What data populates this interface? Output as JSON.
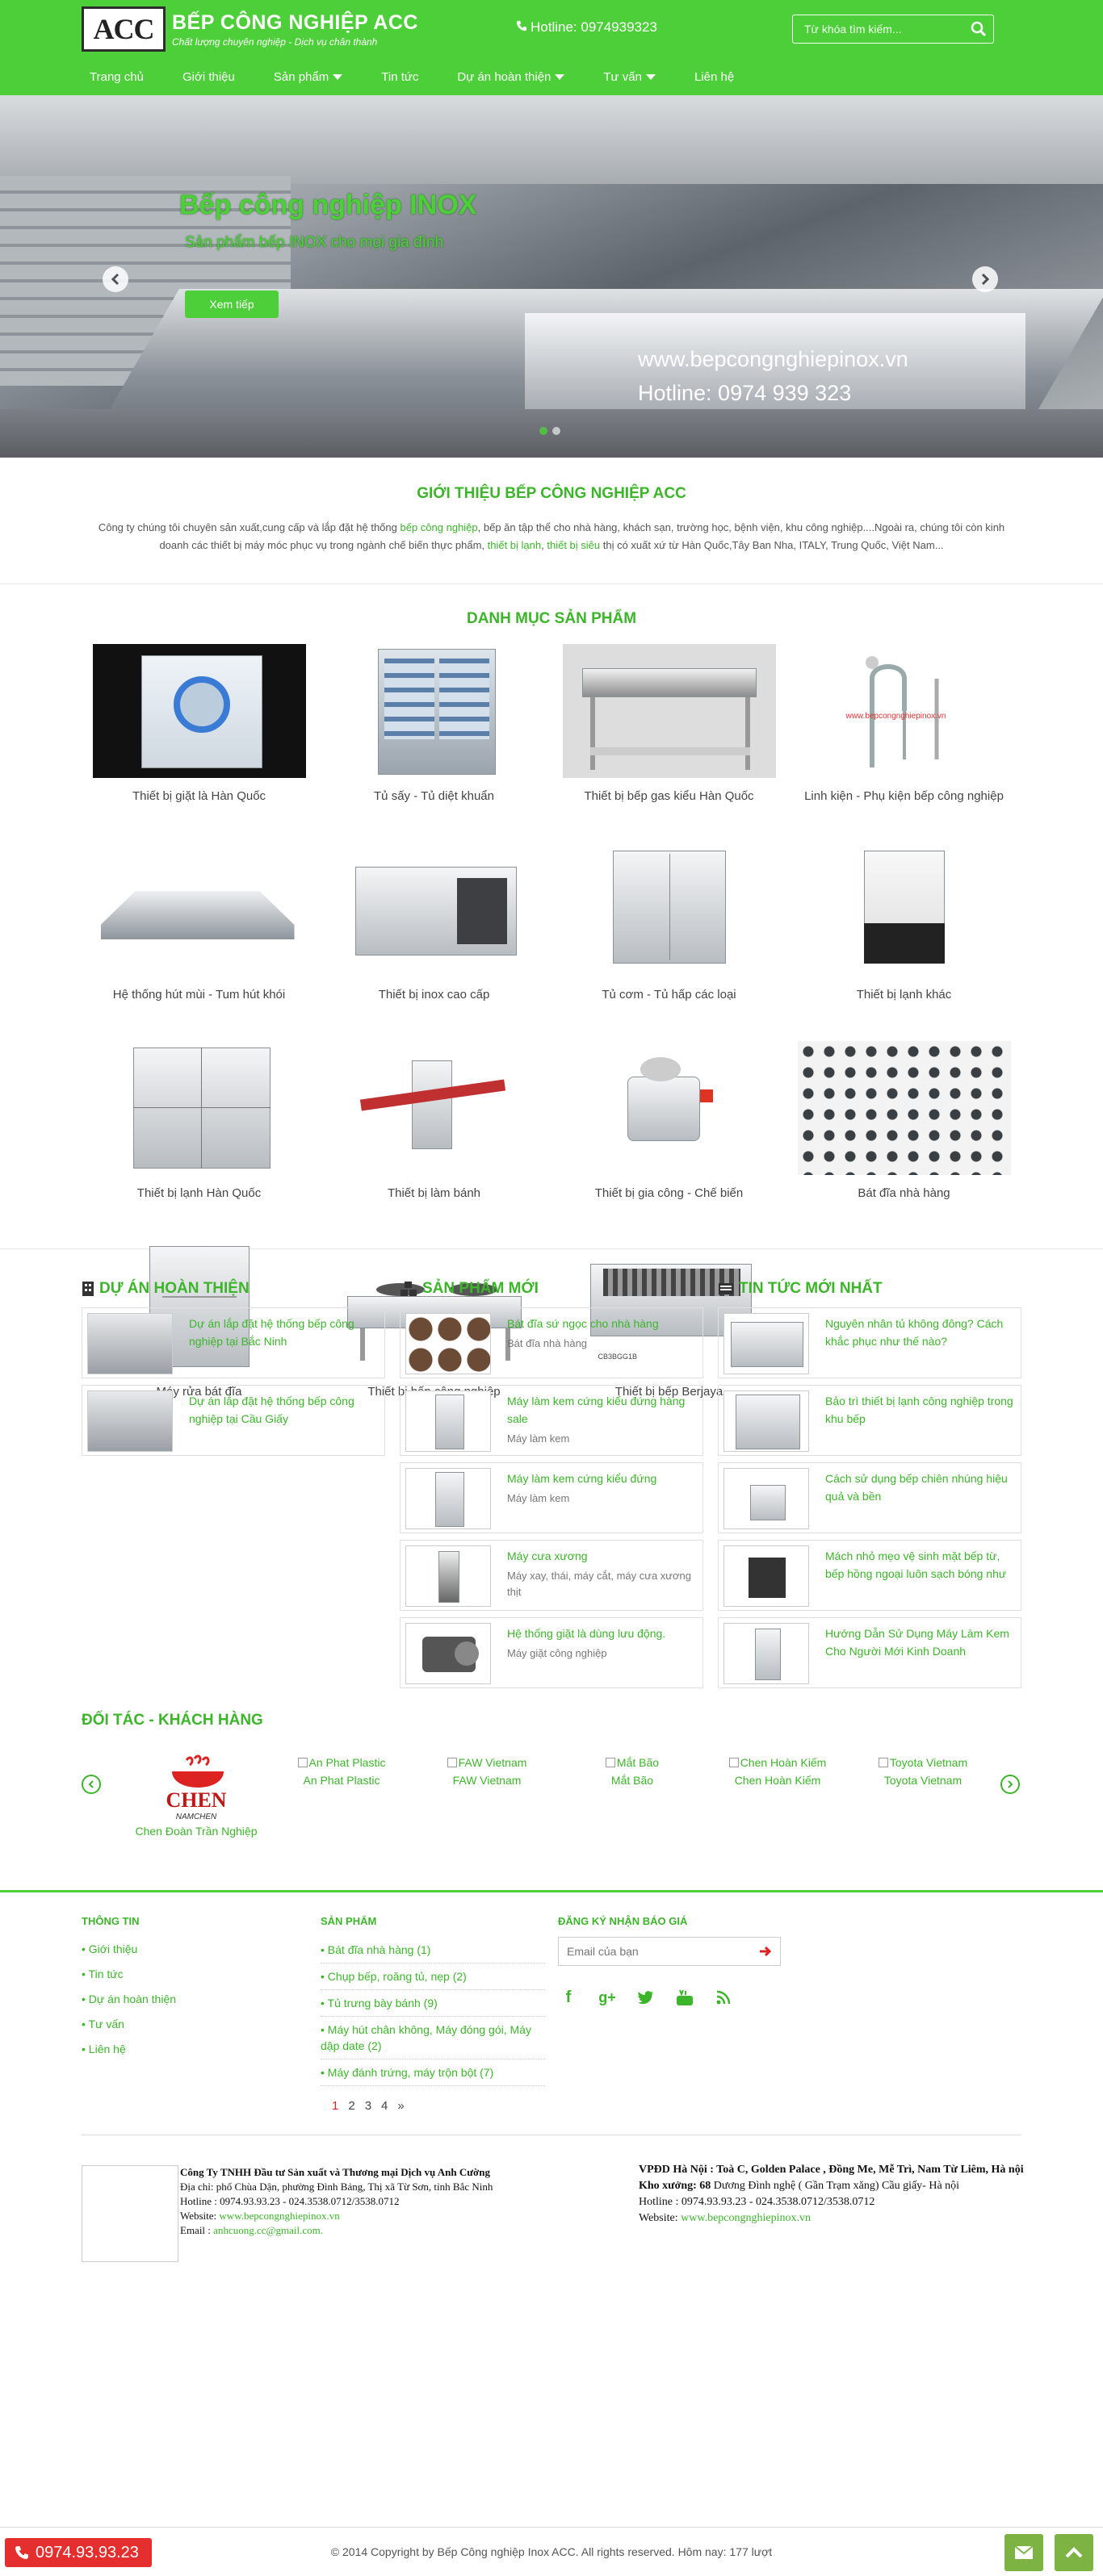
{
  "header": {
    "logo_text": "ACC",
    "brand_name": "BẾP CÔNG NGHIỆP ACC",
    "brand_tagline": "Chất lượng chuyên nghiệp - Dịch vụ chân thành",
    "hotline": "Hotline: 0974939323",
    "search_placeholder": "Từ khóa tìm kiếm...",
    "nav": [
      {
        "label": "Trang chủ"
      },
      {
        "label": "Giới thiệu"
      },
      {
        "label": "Sản phẩm"
      },
      {
        "label": "Tin tức"
      },
      {
        "label": "Dự án hoàn thiện"
      },
      {
        "label": "Tư vấn"
      },
      {
        "label": "Liên hệ"
      }
    ]
  },
  "slider": {
    "title": "Bếp công nghiệp INOX",
    "subtitle": "Sản phẩm bếp INOX cho mọi gia đình",
    "button": "Xem tiếp",
    "watermark_url": "www.bepcongnghiepinox.vn",
    "watermark_hotline": "Hotline: 0974 939 323"
  },
  "intro": {
    "title": "GIỚI THIỆU BẾP CÔNG NGHIỆP ACC",
    "p1": "Công ty chúng tôi chuyên sản xuất,cung cấp và lắp đặt hệ thống ",
    "link1": "bếp công nghiệp",
    "p2": ", bếp ăn tập thể cho nhà hàng, khách sạn, trường học, bệnh viện, khu công nghiệp....Ngoài ra, chúng tôi còn kinh doanh các thiết bị máy móc phục vụ trong ngành chế biến thực phẩm, ",
    "link2": "thiết bị lạnh",
    "p3": ", ",
    "link3": "thiết bị siêu",
    "p4": " thị có xuất xứ từ Hàn Quốc,Tây Ban Nha, ITALY, Trung Quốc, Việt Nam..."
  },
  "categories": {
    "title": "DANH MỤC SẢN PHẨM",
    "items": [
      {
        "label": "Thiết bị giặt là Hàn Quốc"
      },
      {
        "label": "Tủ sấy - Tủ diệt khuẩn"
      },
      {
        "label": "Thiết bị bếp gas kiểu Hàn Quốc"
      },
      {
        "label": "Linh kiện - Phụ kiện bếp công nghiệp",
        "watermark": "www.bepcongnghiepinox.vn"
      },
      {
        "label": "Hệ thống hút mùi - Tum hút khói"
      },
      {
        "label": "Thiết bị inox cao cấp"
      },
      {
        "label": "Tủ cơm - Tủ hấp các loại"
      },
      {
        "label": "Thiết bị lạnh khác"
      },
      {
        "label": "Thiết bị lạnh Hàn Quốc"
      },
      {
        "label": "Thiết bị làm bánh"
      },
      {
        "label": "Thiết bị gia công - Chế biến"
      },
      {
        "label": "Bát đĩa nhà hàng"
      },
      {
        "label": "Máy rửa bát đĩa"
      },
      {
        "label": "Thiết bị bếp công nghiệp"
      },
      {
        "label": "Thiết bị bếp Berjaya",
        "badge": "CB3BGG1B"
      }
    ]
  },
  "projects": {
    "title": "DỰ ÁN HOÀN THIỆN",
    "items": [
      {
        "title": "Dự án lắp đặt hệ thống bếp công nghiệp tại Bắc Ninh"
      },
      {
        "title": "Dự án lắp đặt hệ thống bếp công nghiệp tại Cầu Giấy"
      }
    ]
  },
  "new_products": {
    "title": "SẢN PHẨM MỚI",
    "items": [
      {
        "title": "Bát đĩa sứ ngọc cho nhà hàng",
        "sub": "Bát đĩa nhà hàng"
      },
      {
        "title": "Máy làm kem cứng kiểu đứng hàng sale",
        "sub": "Máy làm kem"
      },
      {
        "title": "Máy làm kem cứng kiểu đứng",
        "sub": "Máy làm kem"
      },
      {
        "title": "Máy cưa xương",
        "sub": "Máy xay, thái, máy cắt, máy cưa xương thịt"
      },
      {
        "title": "Hệ thống giặt là dùng lưu động.",
        "sub": "Máy giặt công nghiệp"
      }
    ]
  },
  "news": {
    "title": "TIN TỨC MỚI NHẤT",
    "items": [
      {
        "title": "Nguyên nhân tủ không đông? Cách khắc phục như thế nào?"
      },
      {
        "title": "Bảo trì thiết bị lạnh công nghiệp trong khu bếp"
      },
      {
        "title": "Cách sử dụng bếp chiên nhúng hiệu quả và bền"
      },
      {
        "title": "Mách nhỏ mẹo vệ sinh mặt bếp từ, bếp hồng ngoại luôn sạch bóng như"
      },
      {
        "title": "Hướng Dẫn Sử Dụng Máy Làm Kem Cho Người Mới Kinh Doanh"
      }
    ]
  },
  "partners": {
    "title": "ĐỐI TÁC - KHÁCH HÀNG",
    "logo_word": "CHEN",
    "logo_sub": "NAMCHEN",
    "logo_caption": "Chen Đoàn Trần Nghiệp",
    "items": [
      {
        "alt": "An Phat Plastic",
        "caption": "An Phat Plastic"
      },
      {
        "alt": "FAW Vietnam",
        "caption": "FAW Vietnam"
      },
      {
        "alt": "Mắt Bão",
        "caption": "Mắt Bão"
      },
      {
        "alt": "Chen Hoàn Kiếm",
        "caption": "Chen Hoàn Kiếm"
      },
      {
        "alt": "Toyota Vietnam",
        "caption": "Toyota Vietnam"
      }
    ]
  },
  "footer": {
    "info_title": "THÔNG TIN",
    "info_links": [
      {
        "label": "Giới thiệu"
      },
      {
        "label": "Tin tức"
      },
      {
        "label": "Dự án hoàn thiện"
      },
      {
        "label": "Tư vấn"
      },
      {
        "label": "Liên hệ"
      }
    ],
    "products_title": "SẢN PHẨM",
    "product_links": [
      {
        "label": "Bát đĩa nhà hàng (1)"
      },
      {
        "label": "Chụp bếp, roăng tủ, nẹp (2)"
      },
      {
        "label": "Tủ trưng bày bánh (9)"
      },
      {
        "label": "Máy hút chân không, Máy đóng gói, Máy dập date (2)"
      },
      {
        "label": "Máy đánh trứng, máy trộn bột (7)"
      }
    ],
    "pager": [
      "1",
      "2",
      "3",
      "4",
      "»"
    ],
    "subscribe_title": "ĐĂNG KÝ NHẬN BÁO GIÁ",
    "email_placeholder": "Email của bạn",
    "company": {
      "name": "Công Ty TNHH Đầu tư Sản xuất và Thương mại Dịch vụ Anh Cường",
      "address": "Địa chỉ: phố Chùa Dận, phường Đình Bảng, Thị xã Từ Sơn, tỉnh Bắc Ninh",
      "hotline": "Hotline : 0974.93.93.23 - 024.3538.0712/3538.0712",
      "website_label": "Website: ",
      "website": "www.bepcongnghiepinox.vn",
      "email_label": "Email : ",
      "email": "anhcuong.cc@gmail.com."
    },
    "office": {
      "hn_label": "VPĐD Hà Nội :",
      "hn_address": " Toà C, Golden Palace , Đồng Me, Mễ Trì, Nam Từ Liêm, Hà nội",
      "factory_label": "Kho xưởng:",
      "factory_bold": " 68",
      "factory_address": " Dương Đình nghệ ( Gần Trạm xăng) Cầu giấy- Hà nội",
      "hotline": "Hotline : 0974.93.93.23 - 024.3538.0712/3538.0712",
      "website_label": "Website: ",
      "website": "www.bepcongnghiepinox.vn"
    },
    "copyright": "© 2014 Copyright by Bếp Công nghiệp Inox ACC. All rights reserved. Hôm nay: 177 lượt",
    "call_button": "0974.93.93.23"
  },
  "colors": {
    "brand_green": "#4ccf38",
    "text_green": "#3cb52a",
    "call_red": "#e52e2e"
  }
}
